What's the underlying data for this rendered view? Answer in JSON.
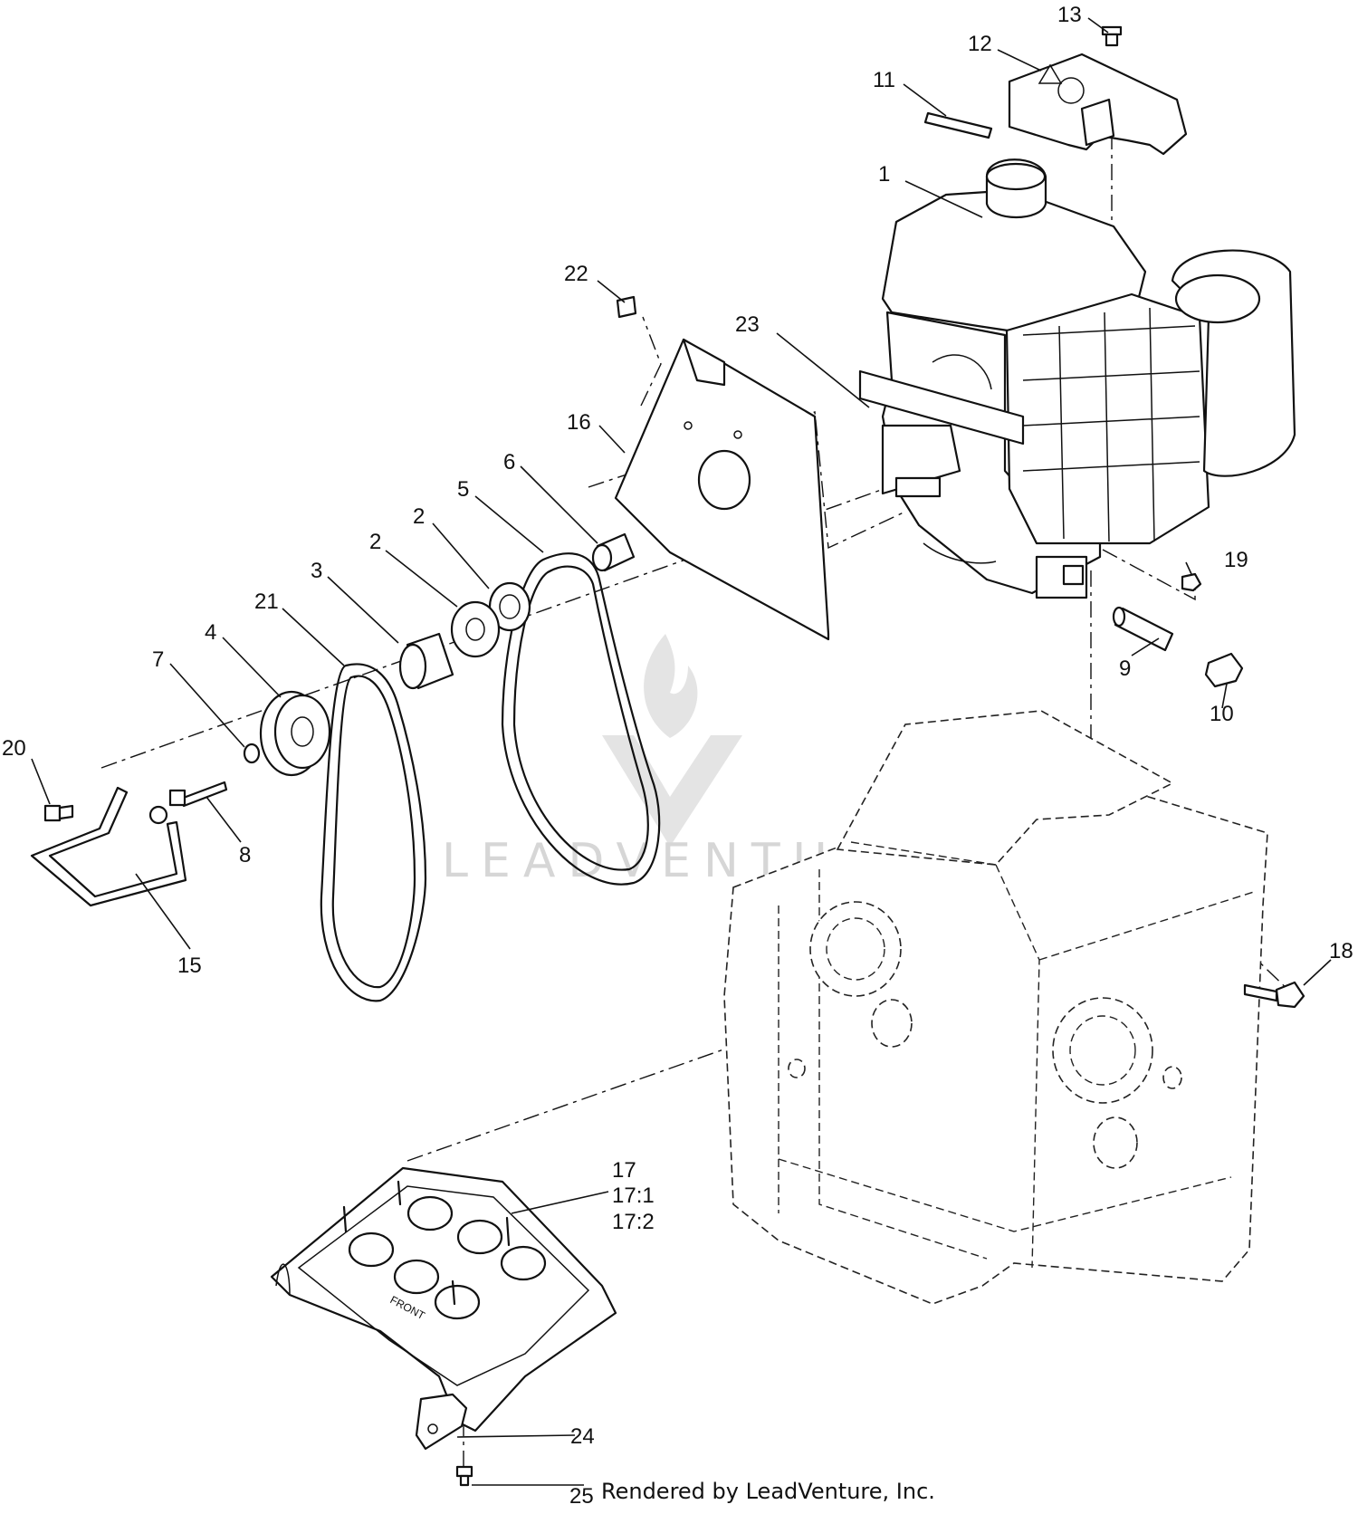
{
  "callouts": {
    "p1": "1",
    "p2a": "2",
    "p2b": "2",
    "p3": "3",
    "p4": "4",
    "p5": "5",
    "p6": "6",
    "p7": "7",
    "p8": "8",
    "p9": "9",
    "p10": "10",
    "p11": "11",
    "p12": "12",
    "p13": "13",
    "p15": "15",
    "p16": "16",
    "p17": "17",
    "p17_1": "17:1",
    "p17_2": "17:2",
    "p18": "18",
    "p19": "19",
    "p20": "20",
    "p21": "21",
    "p22": "22",
    "p23": "23",
    "p24": "24",
    "p25": "25"
  },
  "cover_label": "FRONT",
  "watermark": {
    "text": "LEADVENTURE"
  },
  "credit": "Rendered by LeadVenture, Inc."
}
